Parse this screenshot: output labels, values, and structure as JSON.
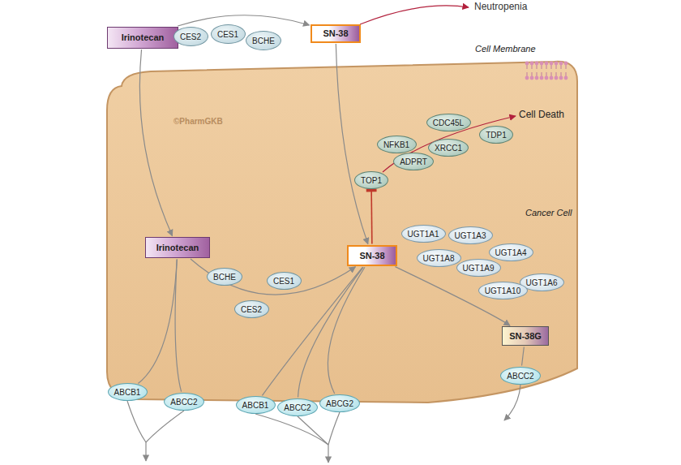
{
  "diagram": {
    "nodes": [
      {
        "text": [
          "Irinotecan"
        ]
      },
      {
        "text": [
          "CES2"
        ]
      },
      {
        "text": [
          "CES1"
        ]
      },
      {
        "text": [
          "BCHE"
        ]
      },
      {
        "text": [
          "SN-38"
        ]
      },
      {
        "text": [
          "Cell Membrane",
          "Cancer Cell"
        ]
      },
      {
        "text": [
          "CDC45L"
        ],
        "in": 5
      },
      {
        "text": [
          "TDP1"
        ],
        "in": 5
      },
      {
        "text": [
          "NFKB1"
        ],
        "in": 5
      },
      {
        "text": [
          "XRCC1"
        ],
        "in": 5
      },
      {
        "text": [
          "ADPRT"
        ],
        "in": 5
      },
      {
        "text": [
          "TOP1"
        ],
        "in": 5
      },
      {
        "text": [
          "SN-38"
        ],
        "in": 5
      },
      {
        "text": [
          "UGT1A1"
        ],
        "in": 5
      },
      {
        "text": [
          "UGT1A3"
        ],
        "in": 5
      },
      {
        "text": [
          "UGT1A8"
        ],
        "in": 5
      },
      {
        "text": [
          "UGT1A4"
        ],
        "in": 5
      },
      {
        "text": [
          "UGT1A9"
        ],
        "in": 5
      },
      {
        "text": [
          "UGT1A6"
        ],
        "in": 5
      },
      {
        "text": [
          "UGT1A10"
        ],
        "in": 5
      },
      {
        "text": [
          "Irinotecan"
        ],
        "in": 5
      },
      {
        "text": [
          "BCHE"
        ],
        "in": 5
      },
      {
        "text": [
          "CES1"
        ],
        "in": 5
      },
      {
        "text": [
          "CES2"
        ],
        "in": 5
      },
      {
        "text": [
          "SN-38G"
        ],
        "in": 5
      },
      {
        "text": [
          "ABCC2"
        ],
        "in": 5
      },
      {
        "text": [
          "ABCB1"
        ],
        "in": 5
      },
      {
        "text": [
          "ABCC2"
        ],
        "in": 5
      },
      {
        "text": [
          "ABCB1"
        ],
        "in": 5
      },
      {
        "text": [
          "ABCC2"
        ],
        "in": 5
      },
      {
        "text": [
          "ABCG2"
        ],
        "in": 5
      }
    ],
    "edges": [
      {
        "from": 0,
        "to": 4,
        "arrow": "to"
      },
      {
        "from": 0,
        "to": 20,
        "arrow": "to"
      },
      {
        "from": 4,
        "to": 12,
        "arrow": "to"
      },
      {
        "from": 12,
        "to": 11,
        "arrow": "to"
      },
      {
        "from": 20,
        "to": 12,
        "arrow": "to"
      },
      {
        "from": 12,
        "to": 24,
        "arrow": "to"
      },
      {
        "from": 24,
        "to": 25,
        "arrow": "none"
      },
      {
        "from": 20,
        "to": 26,
        "arrow": "none"
      },
      {
        "from": 20,
        "to": 27,
        "arrow": "none"
      },
      {
        "from": 12,
        "to": 28,
        "arrow": "none"
      },
      {
        "from": 12,
        "to": 29,
        "arrow": "none"
      },
      {
        "from": 12,
        "to": 30,
        "arrow": "none"
      }
    ],
    "labels": [
      "Neutropenia",
      "Cell Death",
      "©PharmGKB"
    ]
  }
}
